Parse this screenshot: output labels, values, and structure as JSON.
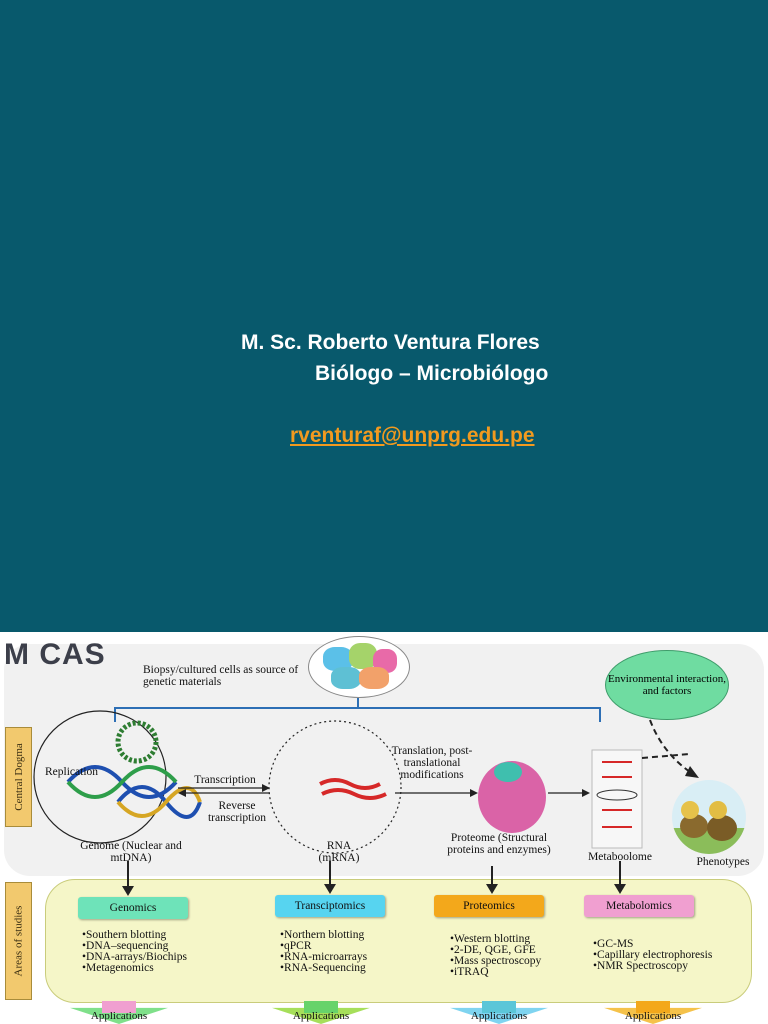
{
  "slide": {
    "author": "M. Sc.  Roberto Ventura Flores",
    "role": "Biólogo – Microbiólogo",
    "email": "rventuraf@unprg.edu.pe"
  },
  "figure": {
    "logo": "M CAS",
    "biopsy_label": "Biopsy/cultured cells as source of genetic materials",
    "environment_label": "Environmental interaction, and factors",
    "side_tabs": [
      "Central Dogma",
      "Areas of studies"
    ],
    "process_labels": {
      "replication": "Replication",
      "transcription": "Transcription",
      "reverse_transcription": "Reverse transcription",
      "translation": "Translation, post-translational modifications"
    },
    "nodes": {
      "genome": "Genome (Nuclear and mtDNA)",
      "rna": "RNA (mRNA)",
      "proteome": "Proteome (Structural proteins and enzymes)",
      "metabolome": "Metaboolome",
      "phenotypes": "Phenotypes"
    },
    "areas": [
      {
        "name": "Genomics",
        "methods": [
          "•Southern blotting",
          "•DNA–sequencing",
          "•DNA-arrays/Biochips",
          "•Metagenomics"
        ]
      },
      {
        "name": "Transciptomics",
        "methods": [
          "•Northern blotting",
          "•qPCR",
          "•RNA-microarrays",
          "•RNA-Sequencing"
        ]
      },
      {
        "name": "Proteomics",
        "methods": [
          "•Western blotting",
          "•2-DE, QGE, GFE",
          "•Mass spectroscopy",
          "•iTRAQ"
        ]
      },
      {
        "name": "Metabolomics",
        "methods": [
          "•GC-MS",
          "•Capillary electrophoresis",
          "•NMR Spectroscopy"
        ]
      }
    ],
    "applications_label": "Applications",
    "colors": {
      "slide_bg": "#08596c",
      "email": "#f29a1f",
      "genomics": "#6ee3b9",
      "transcriptomics": "#57d4f0",
      "proteomics": "#f3a81b",
      "metabolomics": "#f09fd0",
      "environment": "#6fdca1",
      "side_tab": "#f2c96e"
    }
  }
}
